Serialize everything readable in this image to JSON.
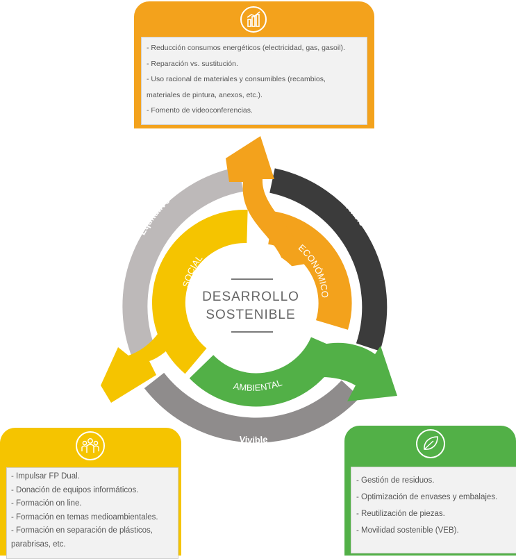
{
  "colors": {
    "economico": "#f3a21c",
    "social": "#f5c400",
    "ambiental": "#52b047",
    "ring_equitativo": "#bdb9b9",
    "ring_viable": "#3b3b3b",
    "ring_vivible": "#8f8c8c",
    "center_text": "#666666"
  },
  "center": {
    "line1": "DESARROLLO",
    "line2": "SOSTENIBLE"
  },
  "ring_labels": {
    "equitativo": "Equitativo",
    "viable": "Viable",
    "vivible": "Vivible"
  },
  "arrow_labels": {
    "social": "SOCIAL",
    "economico": "ECONÓMICO",
    "ambiental": "AMBIENTAL"
  },
  "cards": {
    "economico": {
      "icon": "bar-chart-icon",
      "items": [
        "- Reducción consumos energéticos (electricidad, gas, gasoil).",
        "- Reparación vs. sustitución.",
        "- Uso racional de materiales y consumibles (recambios,",
        "materiales de pintura,  anexos, etc.).",
        "- Fomento de videoconferencias."
      ]
    },
    "social": {
      "icon": "people-icon",
      "items": [
        "- Impulsar FP Dual.",
        "- Donación de equipos informáticos.",
        "- Formación on line.",
        "- Formación en temas medioambientales.",
        "- Formación en separación de plásticos,",
        "parabrisas, etc."
      ]
    },
    "ambiental": {
      "icon": "leaf-icon",
      "items": [
        "- Gestión de residuos.",
        "- Optimización de envases y embalajes.",
        "- Reutilización de piezas.",
        "- Movilidad sostenible (VEB)."
      ]
    }
  }
}
